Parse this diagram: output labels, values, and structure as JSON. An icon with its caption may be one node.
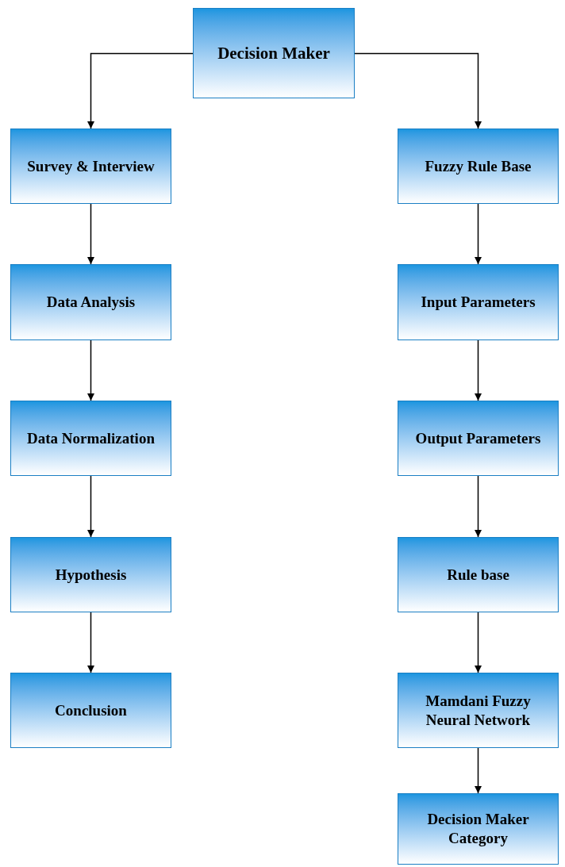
{
  "diagram": {
    "nodes": [
      {
        "text": [
          "Decision Maker"
        ]
      },
      {
        "text": [
          "Survey & Interview"
        ]
      },
      {
        "text": [
          "Data Analysis"
        ]
      },
      {
        "text": [
          "Data Normalization"
        ]
      },
      {
        "text": [
          "Hypothesis"
        ]
      },
      {
        "text": [
          "Conclusion"
        ]
      },
      {
        "text": [
          "Fuzzy Rule Base"
        ]
      },
      {
        "text": [
          "Input Parameters"
        ]
      },
      {
        "text": [
          "Output Parameters"
        ]
      },
      {
        "text": [
          "Rule base"
        ]
      },
      {
        "text": [
          "Mamdani Fuzzy Neural Network"
        ]
      },
      {
        "text": [
          "Decision Maker Category"
        ]
      }
    ],
    "edges": [
      {
        "from": 0,
        "to": 1,
        "arrow": "to"
      },
      {
        "from": 1,
        "to": 2,
        "arrow": "to"
      },
      {
        "from": 2,
        "to": 3,
        "arrow": "to"
      },
      {
        "from": 3,
        "to": 4,
        "arrow": "to"
      },
      {
        "from": 4,
        "to": 5,
        "arrow": "to"
      },
      {
        "from": 0,
        "to": 6,
        "arrow": "to"
      },
      {
        "from": 6,
        "to": 7,
        "arrow": "to"
      },
      {
        "from": 7,
        "to": 8,
        "arrow": "to"
      },
      {
        "from": 8,
        "to": 9,
        "arrow": "to"
      },
      {
        "from": 9,
        "to": 10,
        "arrow": "to"
      },
      {
        "from": 10,
        "to": 11,
        "arrow": "to"
      }
    ]
  }
}
